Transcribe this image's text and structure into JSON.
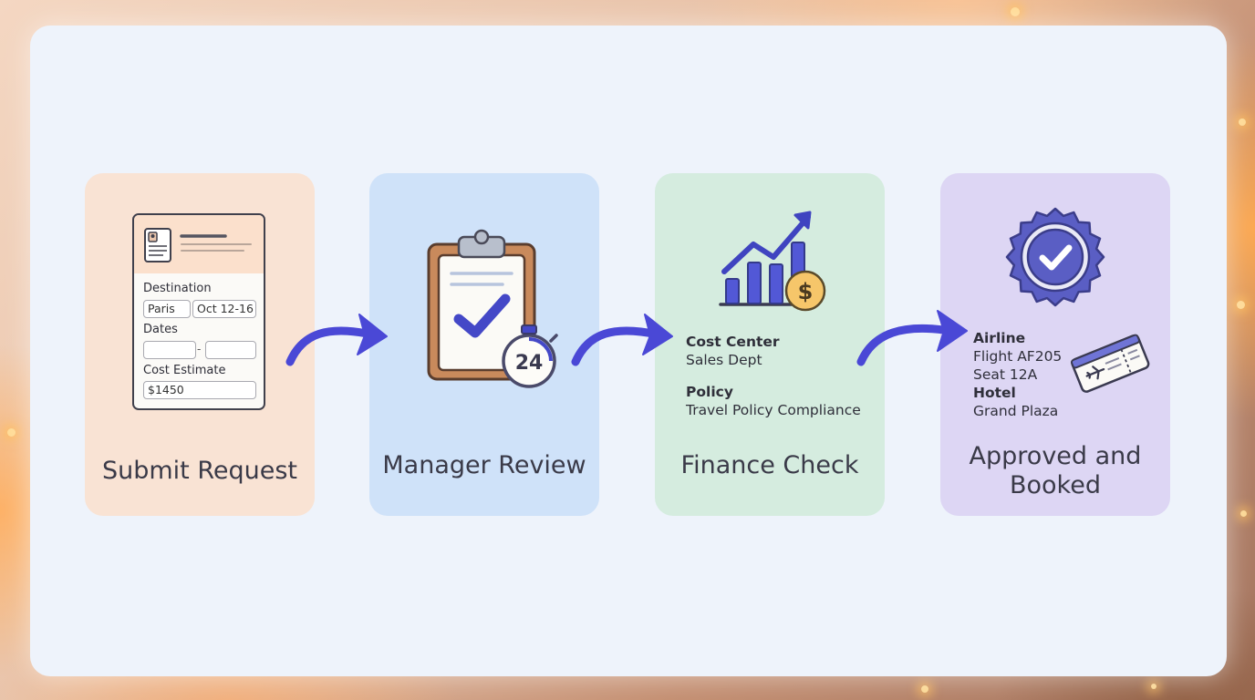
{
  "steps": [
    {
      "title": "Submit Request",
      "form": {
        "destination_label": "Destination",
        "destination_value": "Paris",
        "dates_value": "Oct 12-16",
        "dates_label": "Dates",
        "range_separator": "-",
        "cost_label": "Cost Estimate",
        "cost_value": "$1450"
      },
      "icon": "form-icon",
      "color": "#f9e3d4"
    },
    {
      "title": "Manager Review",
      "icon": "clipboard-check-icon",
      "timer_text": "24",
      "color": "#cfe2f9"
    },
    {
      "title": "Finance Check",
      "icon": "growth-chart-dollar-icon",
      "cost_center_label": "Cost Center",
      "cost_center_value": "Sales Dept",
      "policy_label": "Policy",
      "policy_value": "Travel Policy Compliance",
      "color": "#d5ecdf"
    },
    {
      "title_line1": "Approved and",
      "title_line2": "Booked",
      "icon": "approved-badge-icon",
      "airline_label": "Airline",
      "flight_value": "Flight AF205",
      "seat_value": "Seat 12A",
      "hotel_label": "Hotel",
      "hotel_value": "Grand Plaza",
      "ticket_icon": "plane-ticket-icon",
      "color": "#ddd6f4"
    }
  ],
  "arrow_color": "#4a48d6"
}
